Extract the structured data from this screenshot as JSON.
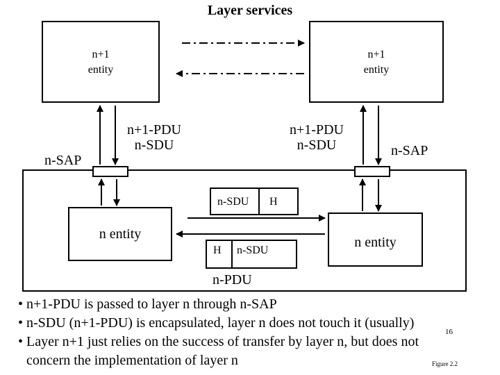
{
  "title": "Layer services",
  "upper": {
    "left_entity": [
      "n+1",
      "entity"
    ],
    "right_entity": [
      "n+1",
      "entity"
    ]
  },
  "interface": {
    "left_sap": "n-SAP",
    "right_sap": "n-SAP",
    "left_pdu": [
      "n+1-PDU",
      "n-SDU"
    ],
    "right_pdu": [
      "n+1-PDU",
      "n-SDU"
    ]
  },
  "lower": {
    "left_entity": "n entity",
    "right_entity": "n entity",
    "pdu_top": {
      "sdu": "n-SDU",
      "header": "H"
    },
    "pdu_bottom": {
      "header": "H",
      "sdu": "n-SDU"
    },
    "pdu_label": "n-PDU"
  },
  "bullets": [
    "• n+1-PDU is passed to layer n through n-SAP",
    "• n-SDU (n+1-PDU) is encapsulated, layer n does not touch it (usually)",
    "• Layer n+1 just relies on the success of transfer by layer n, but does not",
    "concern the implementation of layer n"
  ],
  "footer": {
    "page_number": "16",
    "figure": "Figure 2.2"
  }
}
